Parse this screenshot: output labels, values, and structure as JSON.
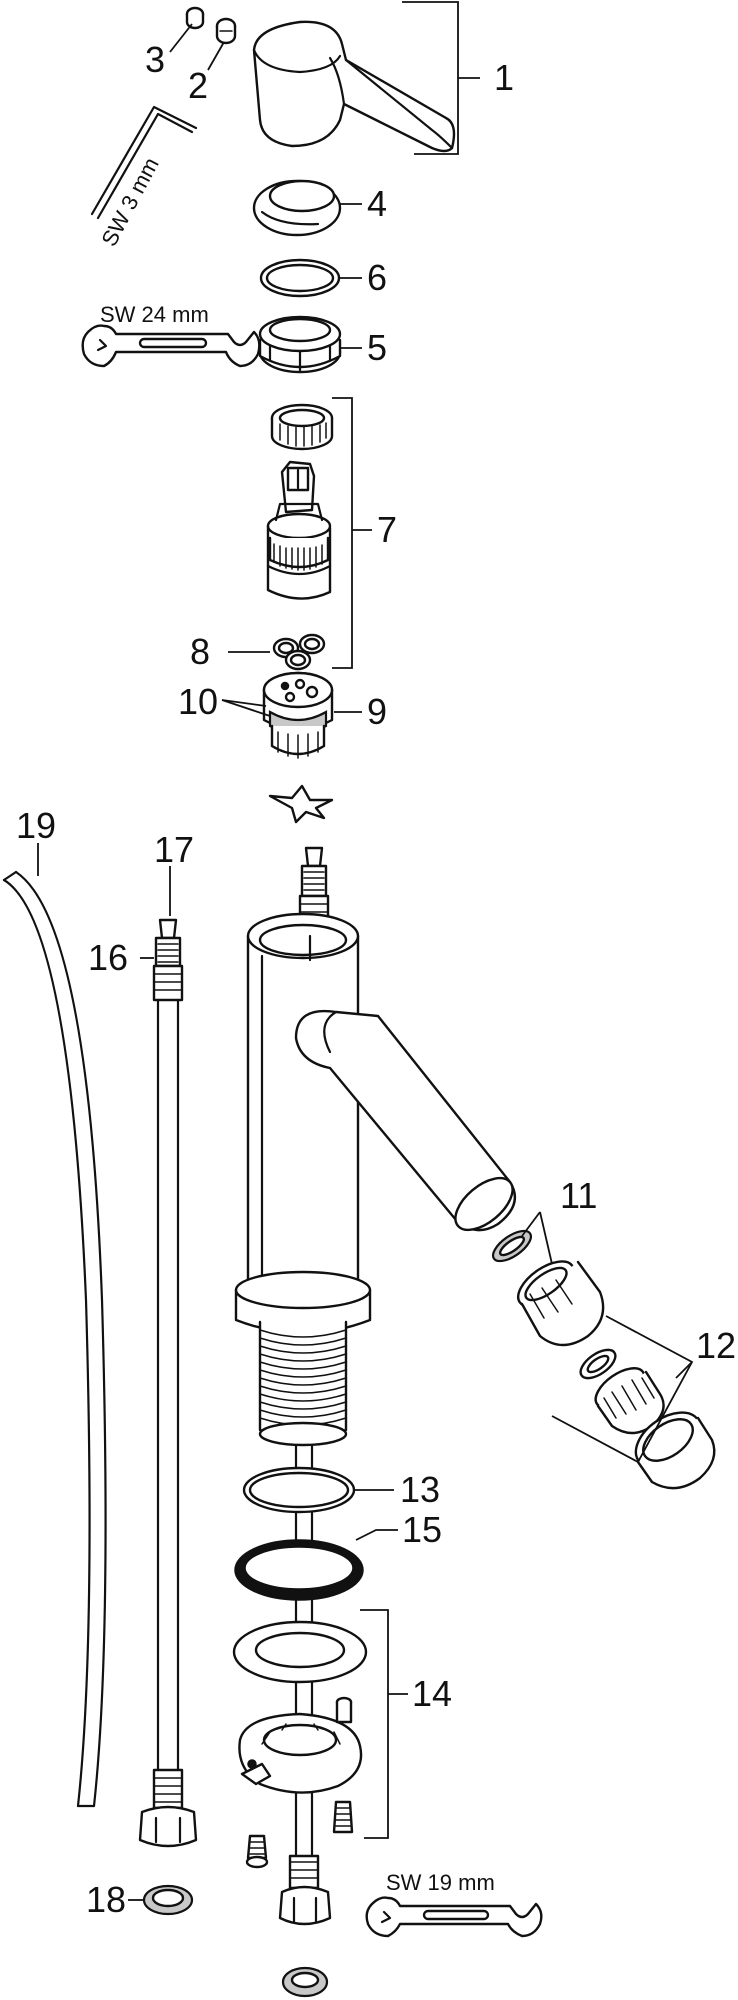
{
  "callouts": {
    "c1": "1",
    "c2": "2",
    "c3": "3",
    "c4": "4",
    "c5": "5",
    "c6": "6",
    "c7": "7",
    "c8": "8",
    "c9": "9",
    "c10": "10",
    "c11": "11",
    "c12": "12",
    "c13": "13",
    "c14": "14",
    "c15": "15",
    "c16": "16",
    "c17": "17",
    "c18": "18",
    "c19": "19"
  },
  "tools": {
    "hex_key": "SW 3 mm",
    "wrench_top": "SW 24 mm",
    "wrench_bottom": "SW 19 mm"
  }
}
